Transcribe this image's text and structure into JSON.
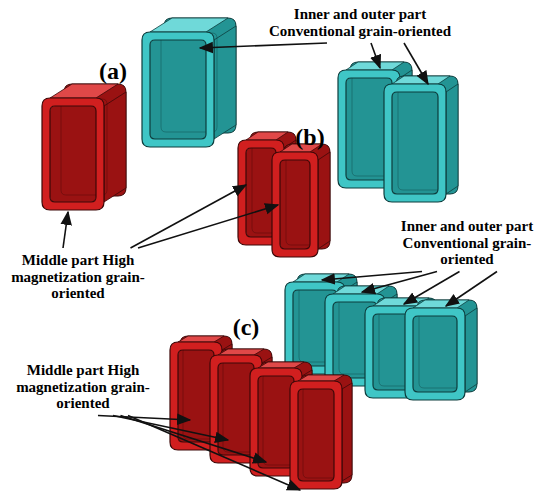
{
  "diagram": {
    "labels": [
      "Inner and outer part Conventional grain-oriented",
      "(a)",
      "(b)",
      "Middle part High magnetization grain-oriented",
      "Inner and outer part Conventional grain-oriented",
      "(c)",
      "Middle part High magnetization grain-oriented"
    ]
  }
}
